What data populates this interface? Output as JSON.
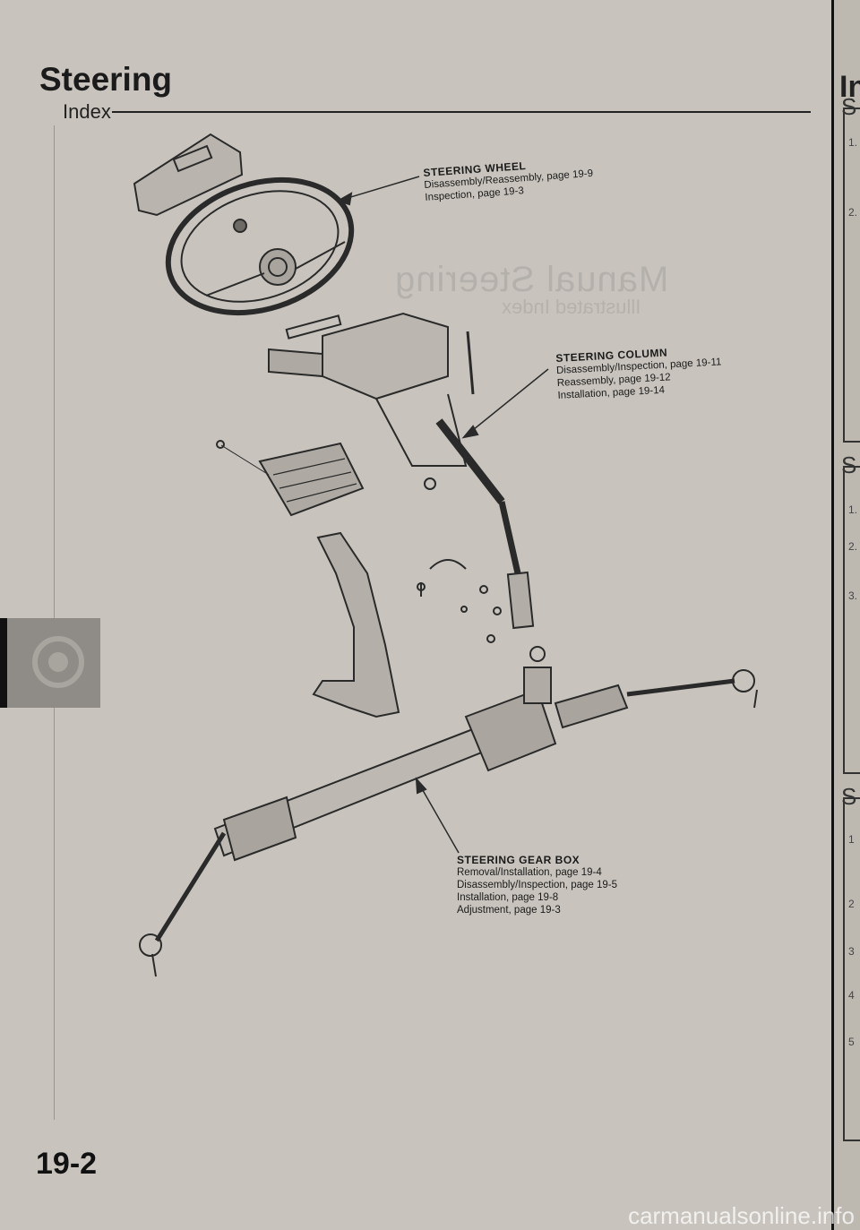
{
  "header": {
    "title": "Steering",
    "subtitle": "Index"
  },
  "callouts": {
    "wheel": {
      "title": "STEERING WHEEL",
      "lines": [
        "Disassembly/Reassembly, page 19-9",
        "Inspection, page 19-3"
      ]
    },
    "column": {
      "title": "STEERING COLUMN",
      "lines": [
        "Disassembly/Inspection, page 19-11",
        "Reassembly, page 19-12",
        "Installation, page 19-14"
      ]
    },
    "gearbox": {
      "title": "STEERING GEAR BOX",
      "lines": [
        "Removal/Installation, page 19-4",
        "Disassembly/Inspection, page 19-5",
        "Installation, page 19-8",
        "Adjustment, page 19-3"
      ]
    }
  },
  "page_number": "19-2",
  "watermark": "carmanualsonline.info",
  "bleed_through": {
    "title": "Manual Steering",
    "subtitle": "Illustrated Index"
  },
  "next_page_peek": {
    "title": "Ins",
    "box_letters": [
      "S",
      "S",
      "S"
    ],
    "numbers": [
      "1.",
      "2.",
      "1.",
      "2.",
      "3.",
      "1",
      "2",
      "3",
      "4",
      "5"
    ]
  }
}
